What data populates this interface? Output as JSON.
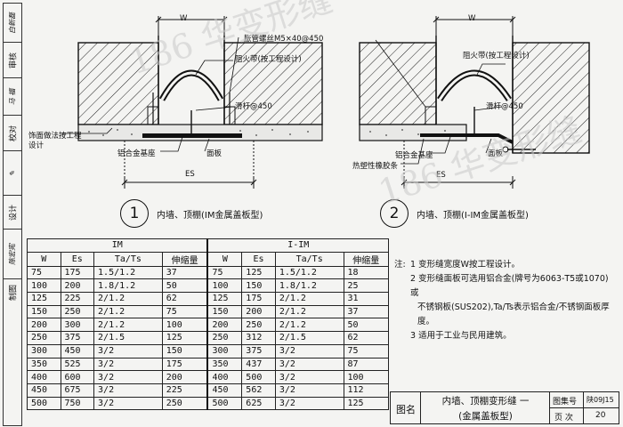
{
  "sidebar": {
    "reviewer": "审核",
    "reviewer_sig": "白新磊",
    "checker": "校对",
    "checker_sig": "马 福",
    "designer": "设计",
    "designer_sig": "陈宏宪",
    "drafter": "制图"
  },
  "diagram1": {
    "number": "1",
    "caption": "内墙、顶棚(IM金属盖板型)",
    "label_w": "W",
    "label_es": "ES",
    "label_screw": "胀管螺丝M5×40@450",
    "label_fire": "阻火带(按工程设计)",
    "label_rod": "滑杆@450",
    "label_base": "铝合金基座",
    "label_panel": "面板",
    "label_finish": "饰面做法按工程设计"
  },
  "diagram2": {
    "number": "2",
    "caption": "内墙、顶棚(I-IM金属盖板型)",
    "label_w": "W",
    "label_es": "ES",
    "label_fire": "阻火带(按工程设计)",
    "label_rod": "滑杆@450",
    "label_base": "铝合金基座",
    "label_panel": "面板",
    "label_rubber": "热塑性橡胶条"
  },
  "table": {
    "group1": "IM",
    "group2": "I-IM",
    "headers": [
      "W",
      "Es",
      "Ta/Ts",
      "伸缩量",
      "W",
      "Es",
      "Ta/Ts",
      "伸缩量"
    ],
    "rows": [
      [
        "75",
        "175",
        "1.5/1.2",
        "37",
        "75",
        "125",
        "1.5/1.2",
        "18"
      ],
      [
        "100",
        "200",
        "1.8/1.2",
        "50",
        "100",
        "150",
        "1.8/1.2",
        "25"
      ],
      [
        "125",
        "225",
        "2/1.2",
        "62",
        "125",
        "175",
        "2/1.2",
        "31"
      ],
      [
        "150",
        "250",
        "2/1.2",
        "75",
        "150",
        "200",
        "2/1.2",
        "37"
      ],
      [
        "200",
        "300",
        "2/1.2",
        "100",
        "200",
        "250",
        "2/1.2",
        "50"
      ],
      [
        "250",
        "375",
        "2/1.5",
        "125",
        "250",
        "312",
        "2/1.5",
        "62"
      ],
      [
        "300",
        "450",
        "3/2",
        "150",
        "300",
        "375",
        "3/2",
        "75"
      ],
      [
        "350",
        "525",
        "3/2",
        "175",
        "350",
        "437",
        "3/2",
        "87"
      ],
      [
        "400",
        "600",
        "3/2",
        "200",
        "400",
        "500",
        "3/2",
        "100"
      ],
      [
        "450",
        "675",
        "3/2",
        "225",
        "450",
        "562",
        "3/2",
        "112"
      ],
      [
        "500",
        "750",
        "3/2",
        "250",
        "500",
        "625",
        "3/2",
        "125"
      ]
    ]
  },
  "notes": {
    "heading": "注:",
    "n1": "1 变形缝宽度W按工程设计。",
    "n2a": "2 变形缝面板可选用铝合金(牌号为6063-T5或1070)或",
    "n2b": "不锈钢板(SUS202),Ta/Ts表示铝合金/不锈钢面板厚度。",
    "n3": "3 适用于工业与民用建筑。"
  },
  "title_block": {
    "label": "图名",
    "title_line1": "内墙、顶棚变形缝 一",
    "title_line2": "(金属盖板型)",
    "atlas_label": "图集号",
    "atlas_no": "陕09J15",
    "page_label": "页 次",
    "page_no": "20"
  },
  "watermark": "186 华变形缝"
}
